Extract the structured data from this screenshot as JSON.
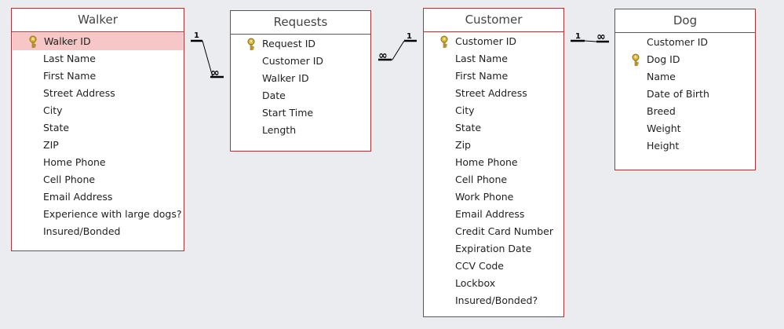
{
  "tables": {
    "walker": {
      "title": "Walker",
      "fields": [
        "Walker ID",
        "Last Name",
        "First Name",
        "Street Address",
        "City",
        "State",
        "ZIP",
        "Home Phone",
        "Cell Phone",
        "Email Address",
        "Experience with large dogs?",
        "Insured/Bonded"
      ],
      "primary_key": "Walker ID",
      "selected_field": "Walker ID"
    },
    "requests": {
      "title": "Requests",
      "fields": [
        "Request ID",
        "Customer ID",
        "Walker ID",
        "Date",
        "Start Time",
        "Length"
      ],
      "primary_key": "Request ID"
    },
    "customer": {
      "title": "Customer",
      "fields": [
        "Customer ID",
        "Last Name",
        "First Name",
        "Street Address",
        "City",
        "State",
        "Zip",
        "Home Phone",
        "Cell Phone",
        "Work Phone",
        "Email Address",
        "Credit Card Number",
        "Expiration Date",
        "CCV Code",
        "Lockbox",
        "Insured/Bonded?"
      ],
      "primary_key": "Customer ID"
    },
    "dog": {
      "title": "Dog",
      "fields": [
        "Customer ID",
        "Dog ID",
        "Name",
        "Date of Birth",
        "Breed",
        "Weight",
        "Height"
      ],
      "primary_key": "Dog ID"
    }
  },
  "relationships": [
    {
      "from": "Walker",
      "to": "Requests",
      "one": "1",
      "many": "∞"
    },
    {
      "from": "Customer",
      "to": "Requests",
      "one": "1",
      "many": "∞"
    },
    {
      "from": "Customer",
      "to": "Dog",
      "one": "1",
      "many": "∞"
    }
  ],
  "colors": {
    "background": "#eaecf0",
    "table_border": "#a4373a",
    "selected_row": "#f7c6c6",
    "key_icon": "#c9a227"
  }
}
